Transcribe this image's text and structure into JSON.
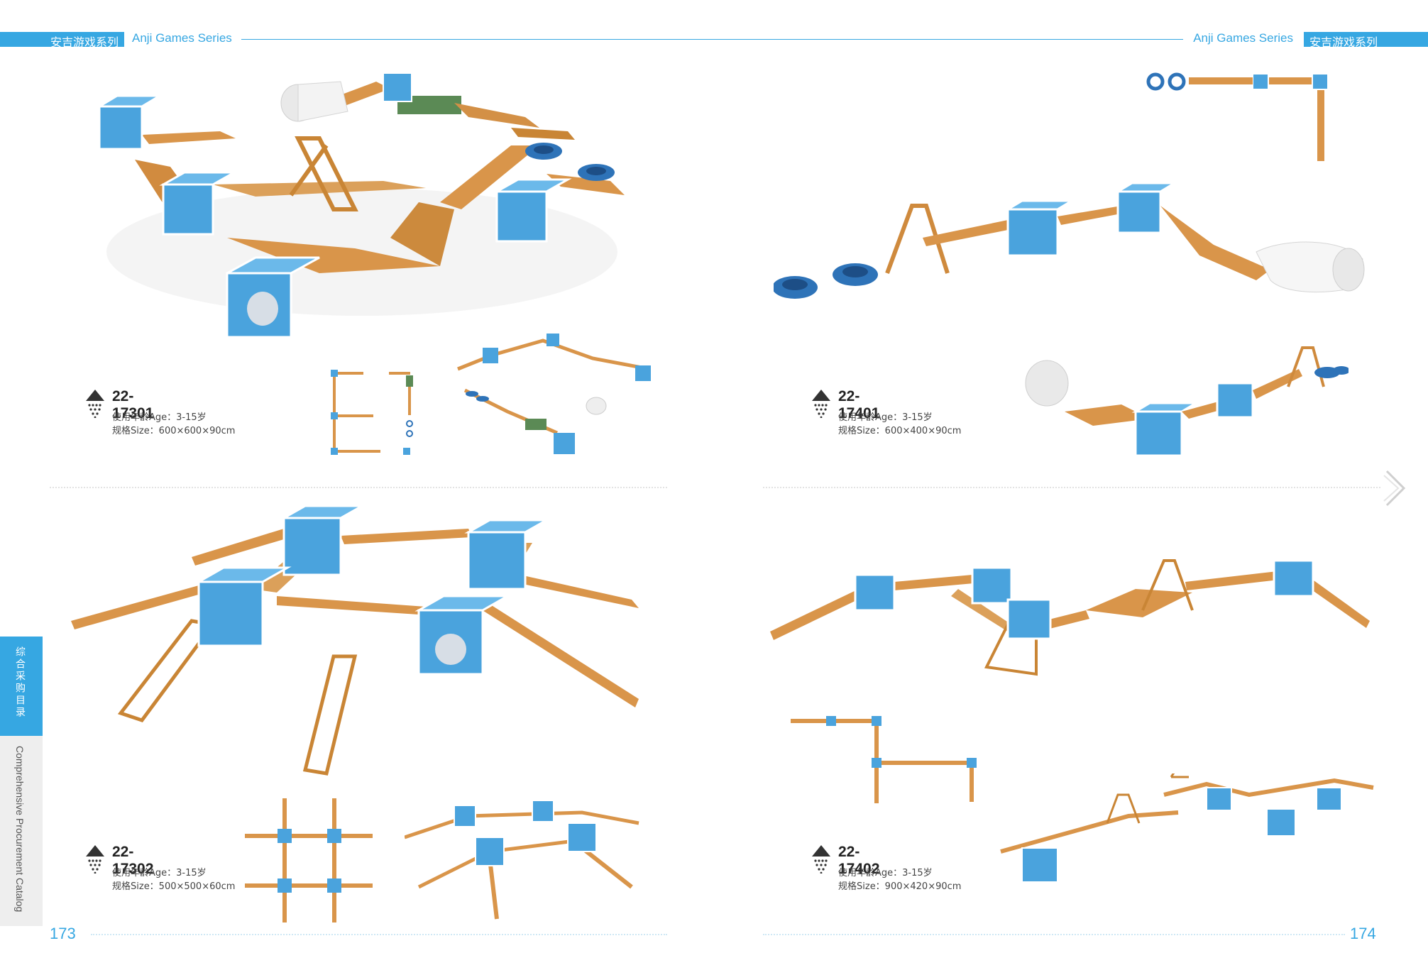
{
  "header": {
    "left_cn": "安吉游戏系列",
    "left_en": "Anji Games Series",
    "right_en": "Anji Games Series",
    "right_cn": "安吉游戏系列"
  },
  "side_tab": {
    "cn": "综合采购目录",
    "en": "Comprehensive Procurement Catalog"
  },
  "pages": {
    "left": "173",
    "right": "174"
  },
  "products": [
    {
      "code": "22-17301",
      "age": "使用年龄Age：3-15岁",
      "size": "规格Size：600×600×90cm"
    },
    {
      "code": "22-17401",
      "age": "使用年龄Age：3-15岁",
      "size": "规格Size：600×400×90cm"
    },
    {
      "code": "22-17302",
      "age": "使用年龄Age：3-15岁",
      "size": "规格Size：500×500×60cm"
    },
    {
      "code": "22-17402",
      "age": "使用年龄Age：3-15岁",
      "size": "规格Size：900×420×90cm"
    }
  ],
  "colors": {
    "accent": "#36a7e2",
    "wood": "#d9954a",
    "cube": "#4aa3dd"
  }
}
